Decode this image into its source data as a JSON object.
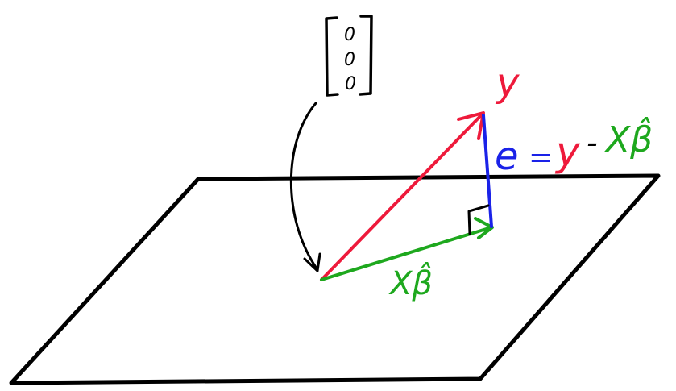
{
  "labels": {
    "y_vector": "y",
    "fitted": "Xβ̂",
    "residual_e": "e",
    "residual_eq": "=",
    "residual_y": "y",
    "residual_minus": "-",
    "residual_xb": "Xβ̂"
  },
  "zero_vector": {
    "entries": [
      "0",
      "0",
      "0"
    ]
  },
  "colors": {
    "plane": "#000000",
    "y_vector": "#ee1a3b",
    "fitted_vector": "#1ea81e",
    "residual": "#1a22e8",
    "pointer": "#000000",
    "right_angle": "#000000"
  }
}
